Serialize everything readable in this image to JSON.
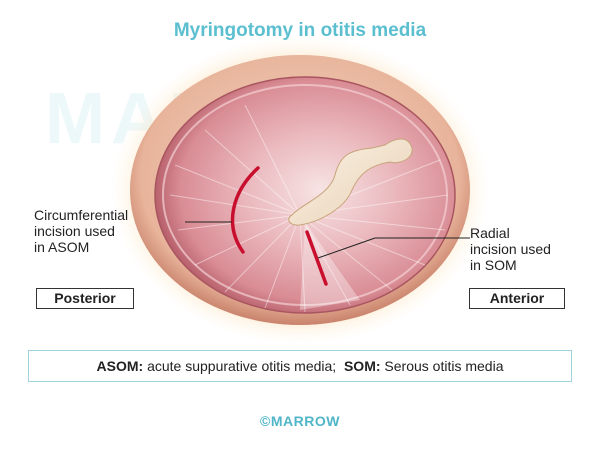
{
  "title": "Myringotomy in otitis media",
  "watermark": "MARROW",
  "labels": {
    "circumferential": [
      "Circumferential",
      "incision used",
      "in ASOM"
    ],
    "radial": [
      "Radial",
      "incision used",
      "in SOM"
    ]
  },
  "orientation": {
    "posterior": "Posterior",
    "anterior": "Anterior"
  },
  "legend": {
    "asom_abbr": "ASOM:",
    "asom_text": "acute suppurative otitis media;",
    "som_abbr": "SOM:",
    "som_text": "Serous otitis media"
  },
  "footer": "©MARROW",
  "colors": {
    "title": "#5bbfd0",
    "incision": "#c8102e",
    "membrane": "#e9b3b8",
    "rim": "#f2c48a"
  }
}
